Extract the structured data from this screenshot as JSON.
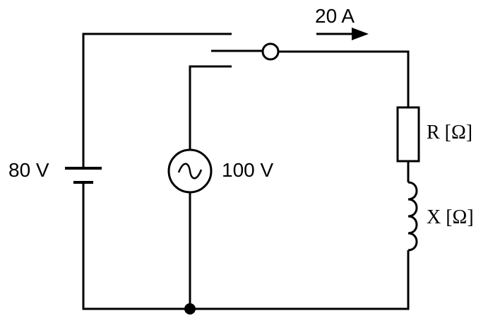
{
  "labels": {
    "dc_voltage": "80 V",
    "ac_voltage": "100 V",
    "current": "20 A",
    "resistance": "R [Ω]",
    "reactance": "X [Ω]"
  },
  "colors": {
    "line": "#000000",
    "background": "#ffffff"
  }
}
